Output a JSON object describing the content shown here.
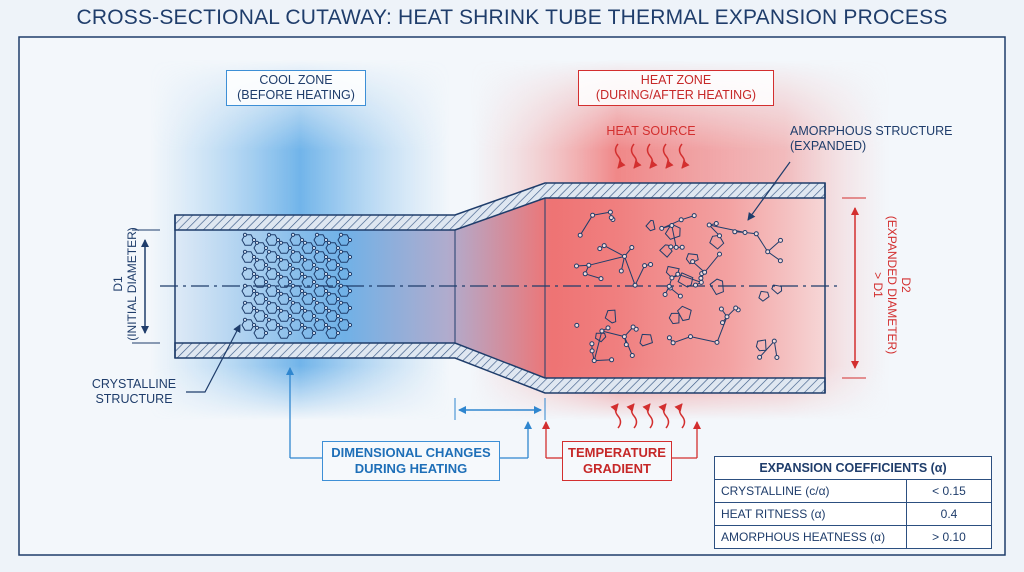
{
  "title": "CROSS-SECTIONAL CUTAWAY: HEAT SHRINK TUBE THERMAL EXPANSION PROCESS",
  "cool_zone": {
    "line1": "COOL ZONE",
    "line2": "(BEFORE HEATING)"
  },
  "heat_zone": {
    "line1": "HEAT ZONE",
    "line2": "(DURING/AFTER HEATING)"
  },
  "heat_source": "HEAT SOURCE",
  "amorphous": {
    "line1": "AMORPHOUS STRUCTURE",
    "line2": "(EXPANDED)"
  },
  "crystalline": {
    "line1": "CRYSTALLINE",
    "line2": "STRUCTURE"
  },
  "d1": {
    "line1": "D1",
    "line2": "(INITIAL DIAMETER)"
  },
  "d2": {
    "line1": "D2",
    "line2": "(EXPANDED DIAMETER)",
    "line3": "> D1"
  },
  "dimensional": {
    "line1": "DIMENSIONAL CHANGES",
    "line2": "DURING HEATING"
  },
  "temperature": {
    "line1": "TEMPERATURE",
    "line2": "GRADIENT"
  },
  "table": {
    "header": "EXPANSION COEFFICIENTS (α)",
    "rows": [
      {
        "label": "CRYSTALLINE (c/α)",
        "value": "< 0.15"
      },
      {
        "label": "HEAT RITNESS (α)",
        "value": "0.4"
      },
      {
        "label": "AMORPHOUS HEATNESS (α)",
        "value": "> 0.10"
      }
    ]
  },
  "colors": {
    "navy": "#1f3d6b",
    "accent_blue": "#3d8fd6",
    "accent_red": "#d32f2f"
  }
}
